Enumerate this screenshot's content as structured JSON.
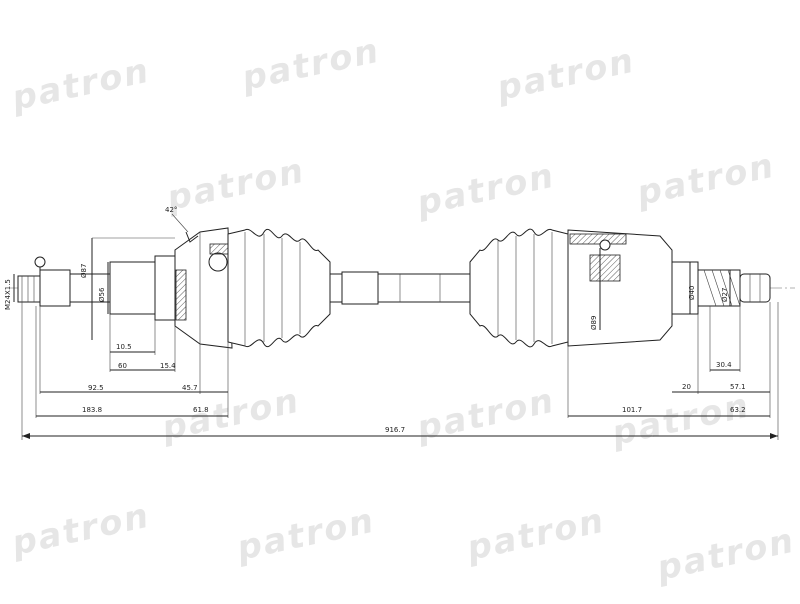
{
  "watermark": "patron",
  "dimensions": {
    "left_angle": "42°",
    "left_d1": "Ø87",
    "left_d2": "Ø56",
    "left_thread": "M24X1.5",
    "l_10_5": "10.5",
    "l_60": "60",
    "l_15_4": "15.4",
    "l_92_5": "92.5",
    "l_45_7": "45.7",
    "l_183_8": "183.8",
    "l_61_8": "61.8",
    "total": "916.7",
    "right_d1": "Ø40",
    "right_d2": "Ø89",
    "right_spline": "Ø27",
    "r_30_4": "30.4",
    "r_20": "20",
    "r_57_1": "57.1",
    "r_101_7": "101.7",
    "r_63_2": "63.2"
  }
}
